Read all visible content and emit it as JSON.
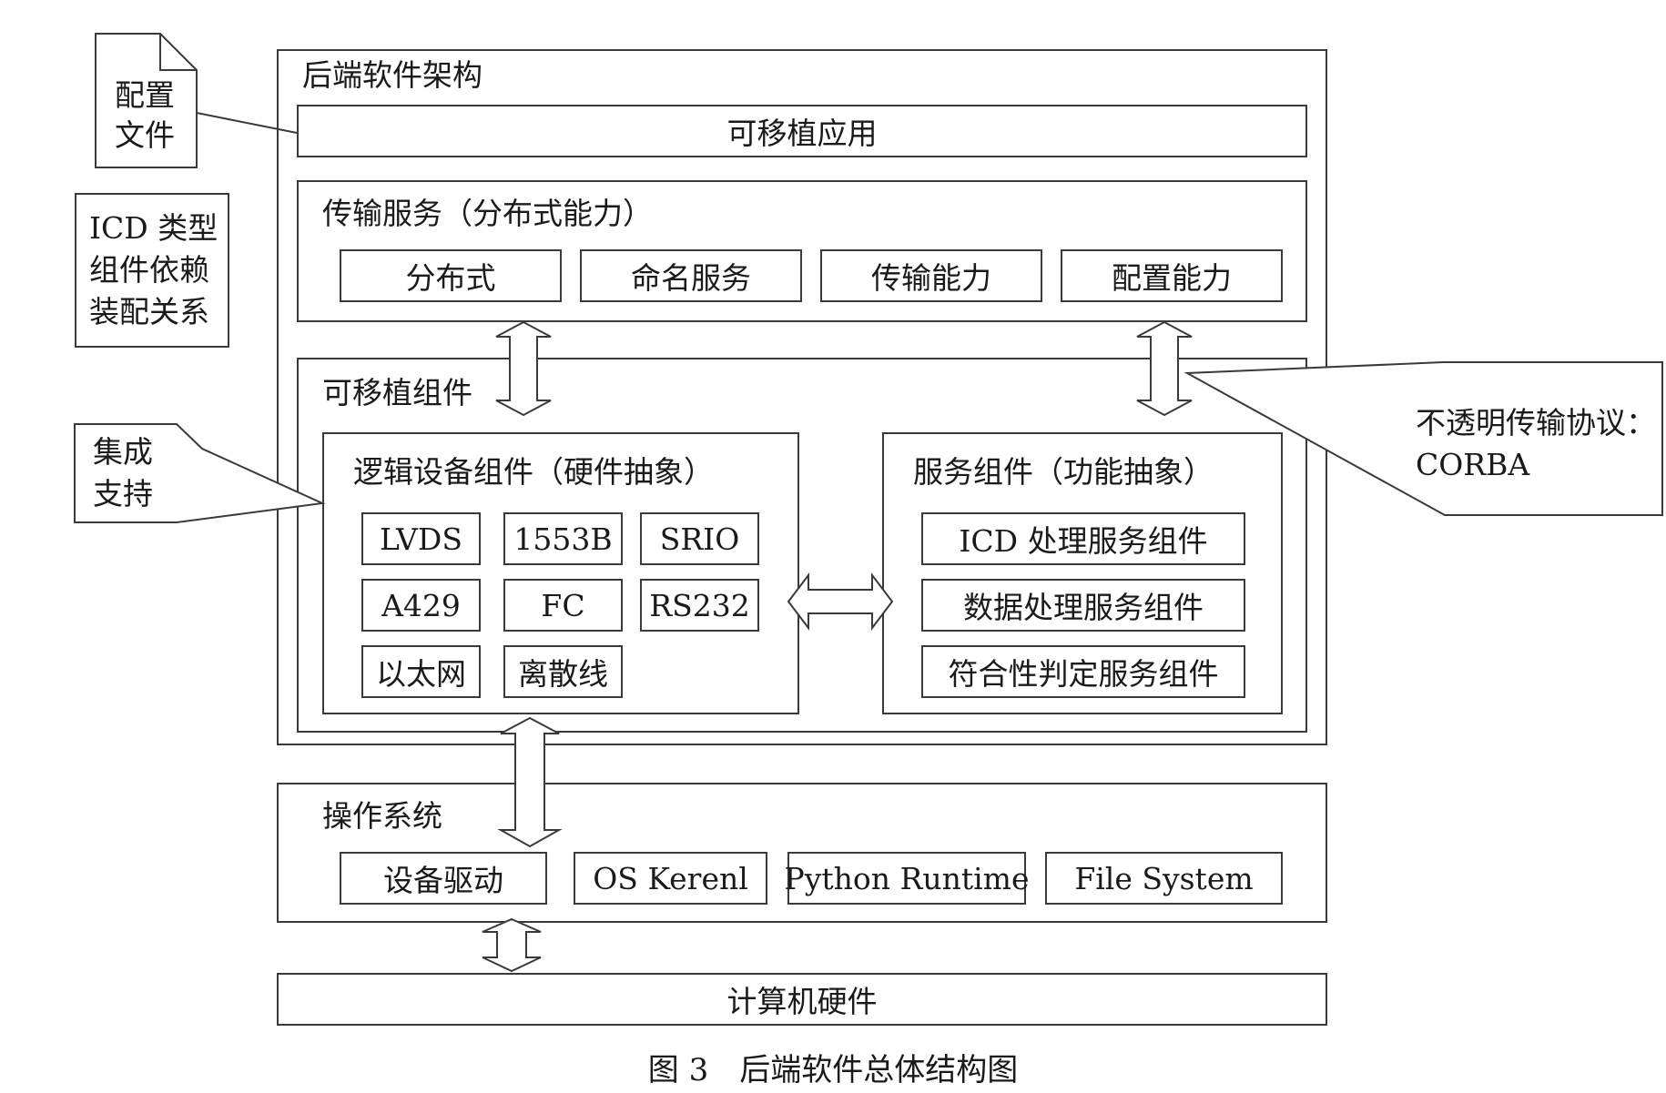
{
  "config_file": {
    "line1": "配置",
    "line2": "文件"
  },
  "icd_note": {
    "line1": "ICD 类型",
    "line2": "组件依赖",
    "line3": "装配关系"
  },
  "integration_note": {
    "line1": "集成",
    "line2": "支持"
  },
  "corba_note": {
    "line1": "不透明传输协议：",
    "line2": "CORBA"
  },
  "backend": {
    "title": "后端软件架构",
    "portable_app": "可移植应用",
    "transport": {
      "title": "传输服务（分布式能力）",
      "items": [
        "分布式",
        "命名服务",
        "传输能力",
        "配置能力"
      ]
    },
    "portable_components": {
      "title": "可移植组件",
      "logic": {
        "title": "逻辑设备组件（硬件抽象）",
        "items": [
          "LVDS",
          "1553B",
          "SRIO",
          "A429",
          "FC",
          "RS232",
          "以太网",
          "离散线"
        ]
      },
      "service": {
        "title": "服务组件（功能抽象）",
        "items": [
          "ICD 处理服务组件",
          "数据处理服务组件",
          "符合性判定服务组件"
        ]
      }
    }
  },
  "os": {
    "title": "操作系统",
    "items": [
      "设备驱动",
      "OS Kerenl",
      "Python Runtime",
      "File System"
    ]
  },
  "hardware": "计算机硬件",
  "caption": "图 3　后端软件总体结构图"
}
